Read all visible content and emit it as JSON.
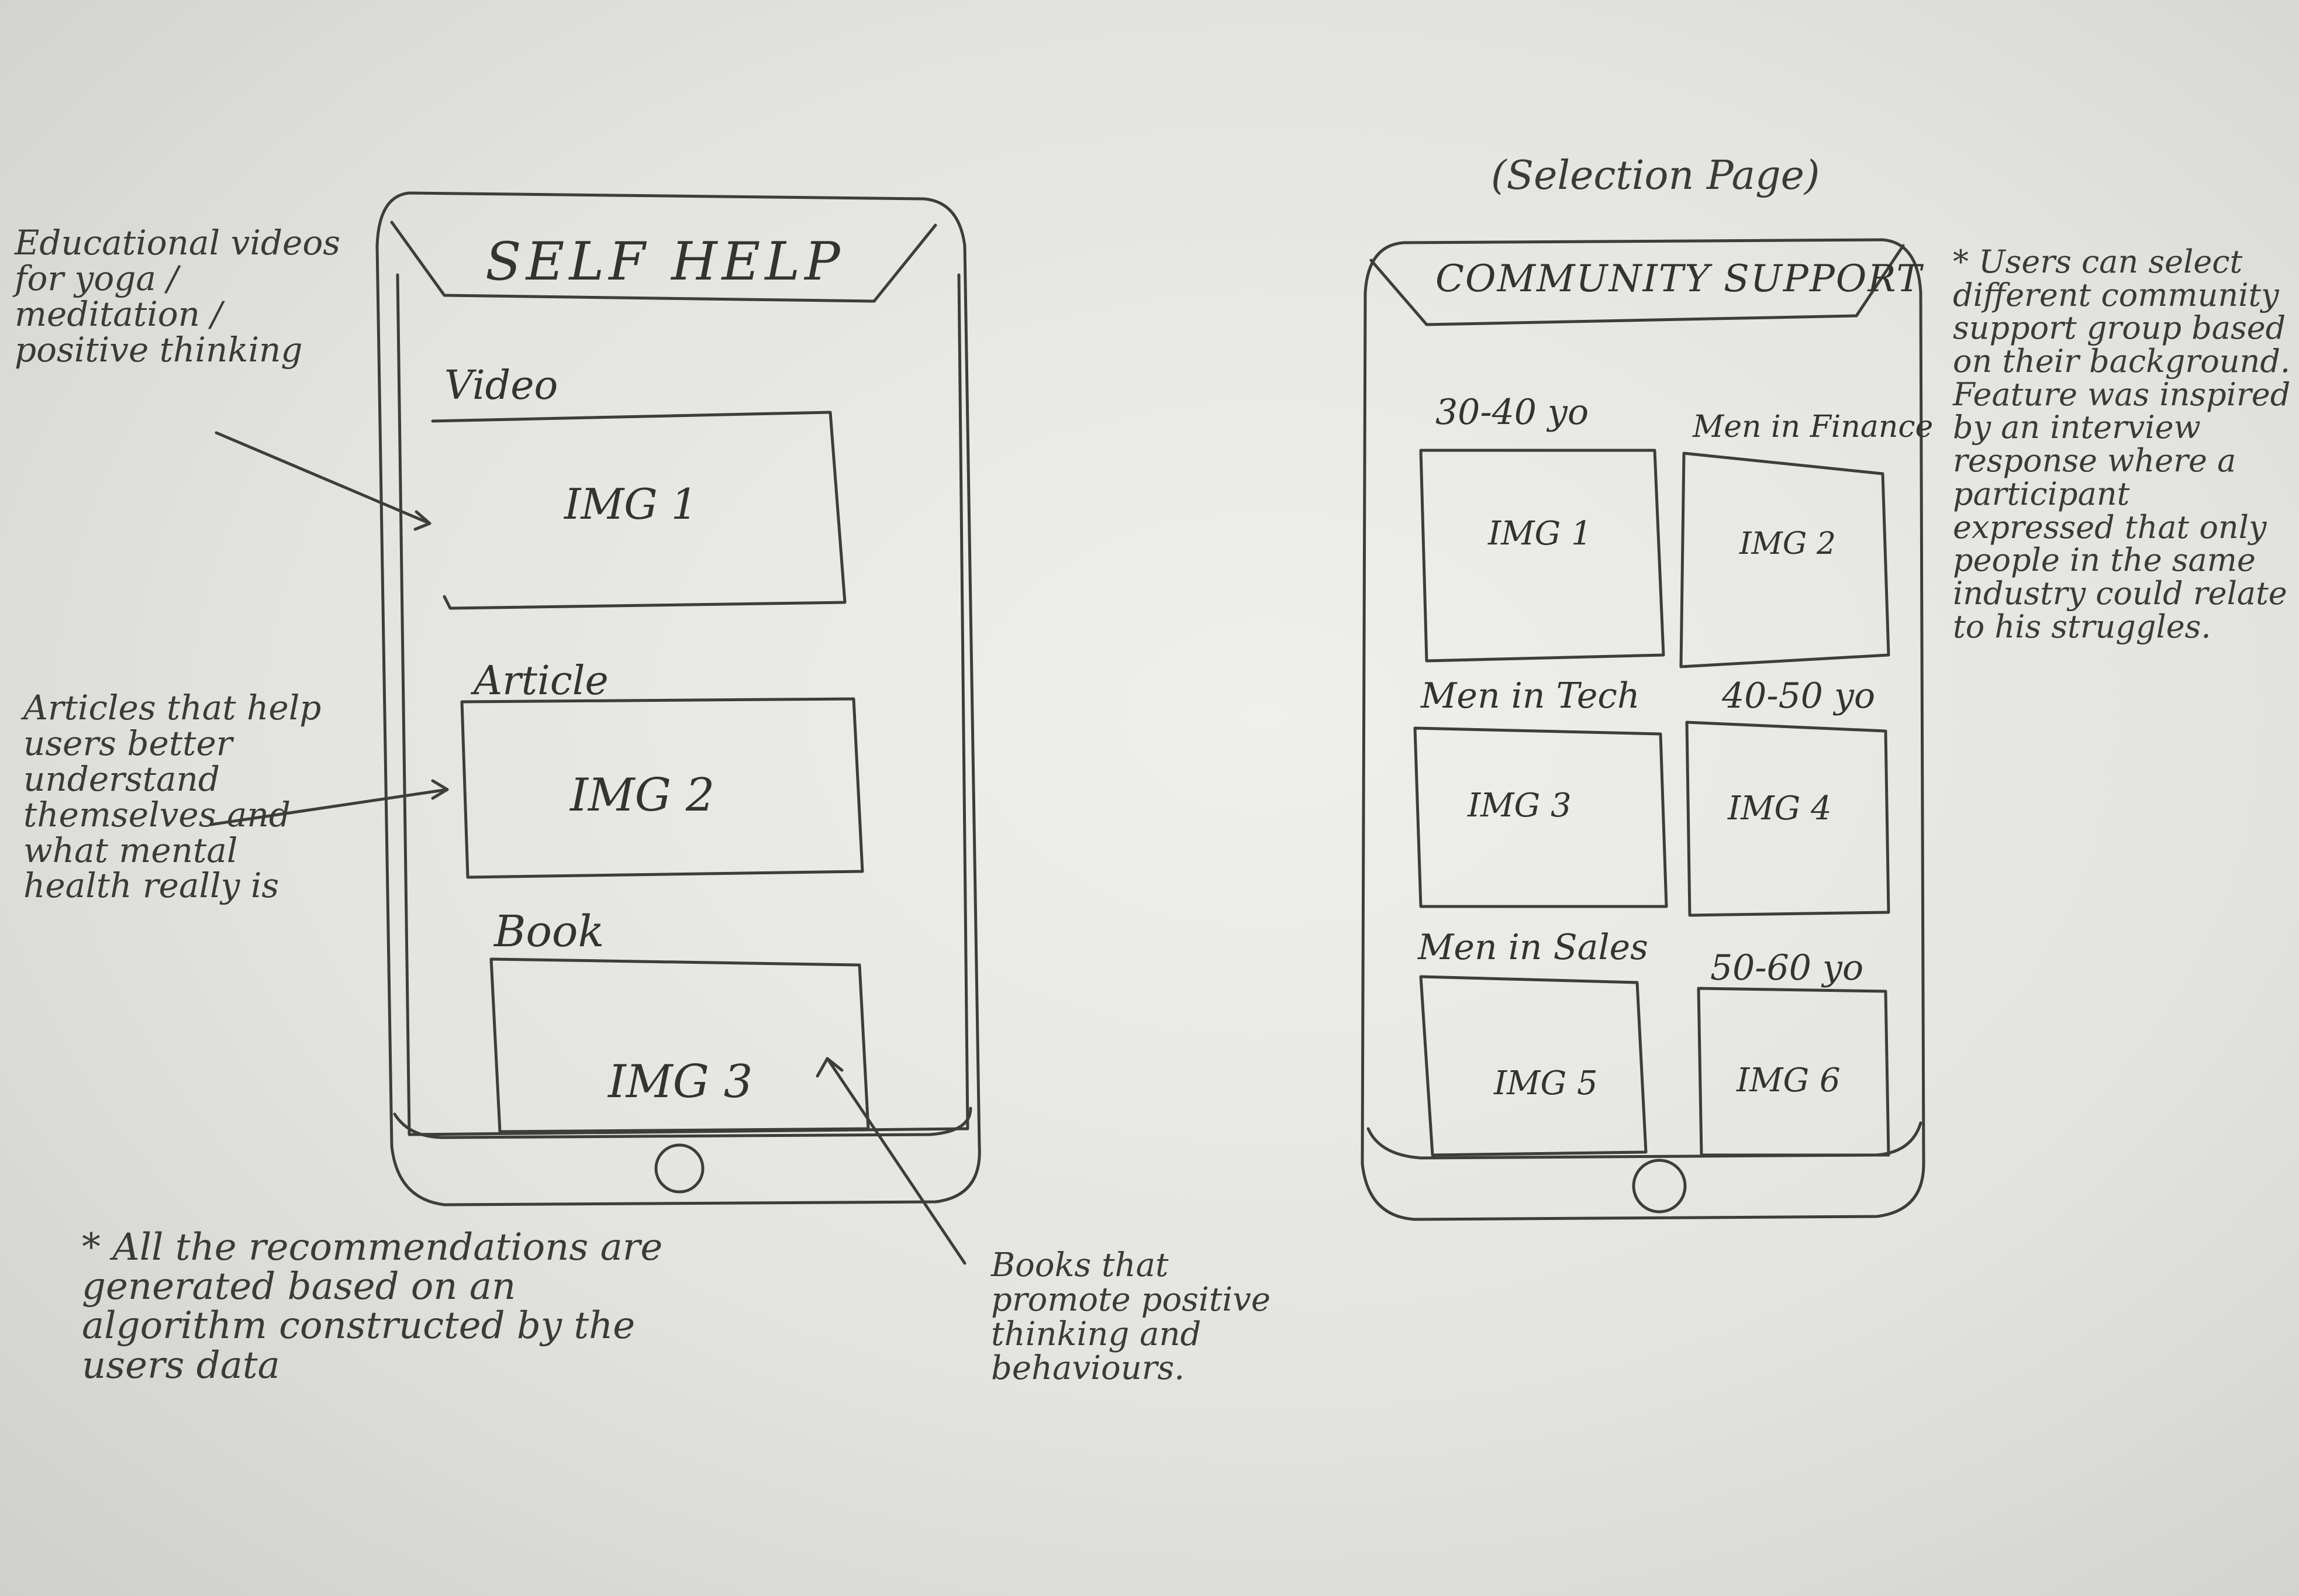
{
  "left_screen": {
    "title": "SELF HELP",
    "sections": [
      {
        "label": "Video",
        "image": "IMG 1"
      },
      {
        "label": "Article",
        "image": "IMG 2"
      },
      {
        "label": "Book",
        "image": "IMG 3"
      }
    ]
  },
  "right_screen": {
    "page_note": "(Selection Page)",
    "title": "COMMUNITY SUPPORT",
    "groups": [
      {
        "label": "30-40 yo",
        "image": "IMG 1"
      },
      {
        "label": "Men in Finance",
        "image": "IMG 2"
      },
      {
        "label": "Men in Tech",
        "image": "IMG 3"
      },
      {
        "label": "40-50 yo",
        "image": "IMG 4"
      },
      {
        "label": "Men in Sales",
        "image": "IMG 5"
      },
      {
        "label": "50-60 yo",
        "image": "IMG 6"
      }
    ]
  },
  "annotations": {
    "videos": "Educational videos for yoga / meditation / positive thinking",
    "articles": "Articles that help users better understand themselves and what mental health really is",
    "recommendations": "* All the recommendations are generated based on an algorithm constructed by the users data",
    "books": "Books that promote positive thinking and behaviours.",
    "community": "* Users can select different community support group based on their background. Feature was inspired by an interview response where a participant expressed that only people in the same industry could relate to his struggles."
  }
}
